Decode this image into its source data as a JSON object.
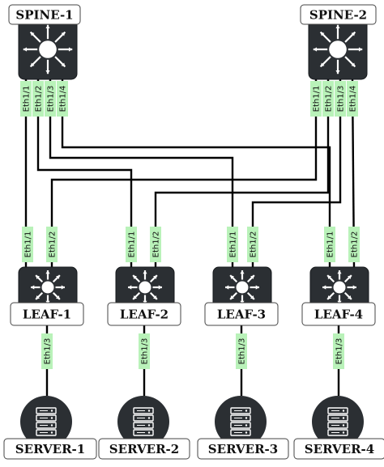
{
  "colors": {
    "device": "#2b2f33",
    "device_edge": "#16191c",
    "port_badge": "#b9f2b9",
    "link": "#000000",
    "label_fill": "#ffffff",
    "label_edge": "#444444"
  },
  "icons": {
    "switch": "switch-icon",
    "server": "server-icon"
  },
  "devices": [
    {
      "id": "spine-1",
      "label": "SPINE-1",
      "kind": "switch"
    },
    {
      "id": "spine-2",
      "label": "SPINE-2",
      "kind": "switch"
    },
    {
      "id": "leaf-1",
      "label": "LEAF-1",
      "kind": "switch"
    },
    {
      "id": "leaf-2",
      "label": "LEAF-2",
      "kind": "switch"
    },
    {
      "id": "leaf-3",
      "label": "LEAF-3",
      "kind": "switch"
    },
    {
      "id": "leaf-4",
      "label": "LEAF-4",
      "kind": "switch"
    },
    {
      "id": "server-1",
      "label": "SERVER-1",
      "kind": "server"
    },
    {
      "id": "server-2",
      "label": "SERVER-2",
      "kind": "server"
    },
    {
      "id": "server-3",
      "label": "SERVER-3",
      "kind": "server"
    },
    {
      "id": "server-4",
      "label": "SERVER-4",
      "kind": "server"
    }
  ],
  "ports": {
    "spine-1": [
      "Eth1/1",
      "Eth1/2",
      "Eth1/3",
      "Eth1/4"
    ],
    "spine-2": [
      "Eth1/1",
      "Eth1/2",
      "Eth1/3",
      "Eth1/4"
    ],
    "leaf-1": [
      "Eth1/1",
      "Eth1/2",
      "Eth1/3"
    ],
    "leaf-2": [
      "Eth1/1",
      "Eth1/2",
      "Eth1/3"
    ],
    "leaf-3": [
      "Eth1/1",
      "Eth1/2",
      "Eth1/3"
    ],
    "leaf-4": [
      "Eth1/1",
      "Eth1/2",
      "Eth1/3"
    ]
  },
  "links": [
    {
      "from": "spine-1",
      "from_port": "Eth1/1",
      "to": "leaf-1",
      "to_port": "Eth1/1"
    },
    {
      "from": "spine-1",
      "from_port": "Eth1/2",
      "to": "leaf-2",
      "to_port": "Eth1/1"
    },
    {
      "from": "spine-1",
      "from_port": "Eth1/3",
      "to": "leaf-3",
      "to_port": "Eth1/1"
    },
    {
      "from": "spine-1",
      "from_port": "Eth1/4",
      "to": "leaf-4",
      "to_port": "Eth1/1"
    },
    {
      "from": "spine-2",
      "from_port": "Eth1/1",
      "to": "leaf-1",
      "to_port": "Eth1/2"
    },
    {
      "from": "spine-2",
      "from_port": "Eth1/2",
      "to": "leaf-2",
      "to_port": "Eth1/2"
    },
    {
      "from": "spine-2",
      "from_port": "Eth1/3",
      "to": "leaf-3",
      "to_port": "Eth1/2"
    },
    {
      "from": "spine-2",
      "from_port": "Eth1/4",
      "to": "leaf-4",
      "to_port": "Eth1/2"
    },
    {
      "from": "leaf-1",
      "from_port": "Eth1/3",
      "to": "server-1",
      "to_port": ""
    },
    {
      "from": "leaf-2",
      "from_port": "Eth1/3",
      "to": "server-2",
      "to_port": ""
    },
    {
      "from": "leaf-3",
      "from_port": "Eth1/3",
      "to": "server-3",
      "to_port": ""
    },
    {
      "from": "leaf-4",
      "from_port": "Eth1/3",
      "to": "server-4",
      "to_port": ""
    }
  ]
}
